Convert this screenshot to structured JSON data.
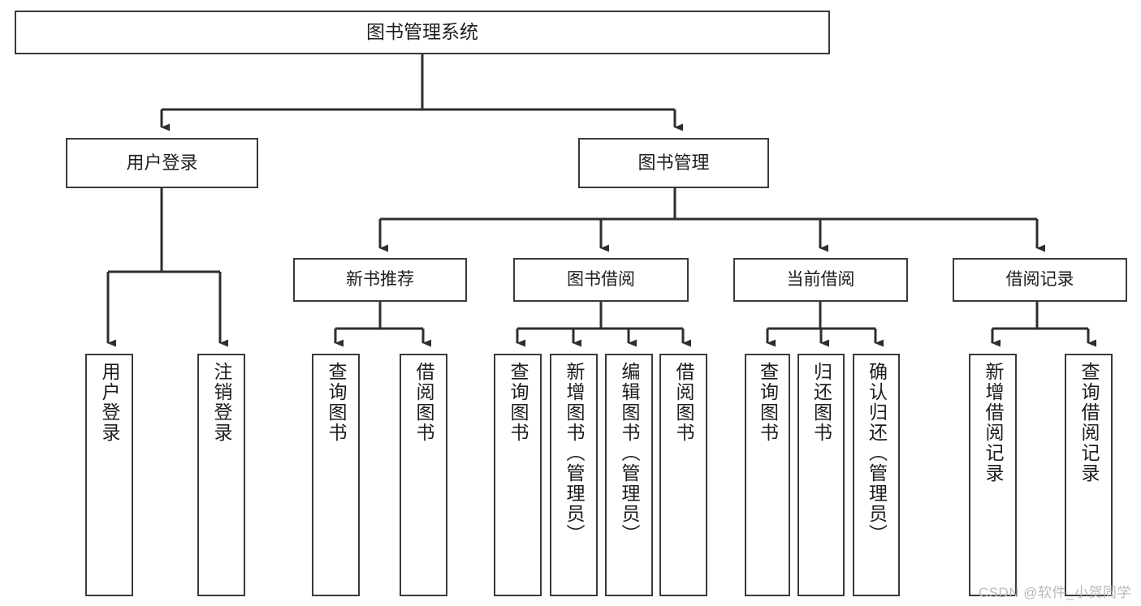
{
  "diagram": {
    "title": "图书管理系统",
    "root": {
      "label": "图书管理系统"
    },
    "level1": [
      {
        "label": "用户登录"
      },
      {
        "label": "图书管理"
      }
    ],
    "level2": [
      {
        "label": "新书推荐"
      },
      {
        "label": "图书借阅"
      },
      {
        "label": "当前借阅"
      },
      {
        "label": "借阅记录"
      }
    ],
    "leaves": {
      "user_login": [
        {
          "label": "用户登录"
        },
        {
          "label": "注销登录"
        }
      ],
      "new_book_recommend": [
        {
          "label": "查询图书"
        },
        {
          "label": "借阅图书"
        }
      ],
      "book_borrow": [
        {
          "label": "查询图书"
        },
        {
          "label": "新增图书（管理员）"
        },
        {
          "label": "编辑图书（管理员）"
        },
        {
          "label": "借阅图书"
        }
      ],
      "current_borrow": [
        {
          "label": "查询图书"
        },
        {
          "label": "归还图书"
        },
        {
          "label": "确认归还（管理员）"
        }
      ],
      "borrow_records": [
        {
          "label": "新增借阅记录"
        },
        {
          "label": "查询借阅记录"
        }
      ]
    }
  },
  "watermark": {
    "text": "CSDN @软件_小贺同学"
  },
  "colors": {
    "stroke": "#3a3a3a",
    "text": "#1d1d1d",
    "background": "#ffffff",
    "watermark": "#b9b9b9"
  }
}
